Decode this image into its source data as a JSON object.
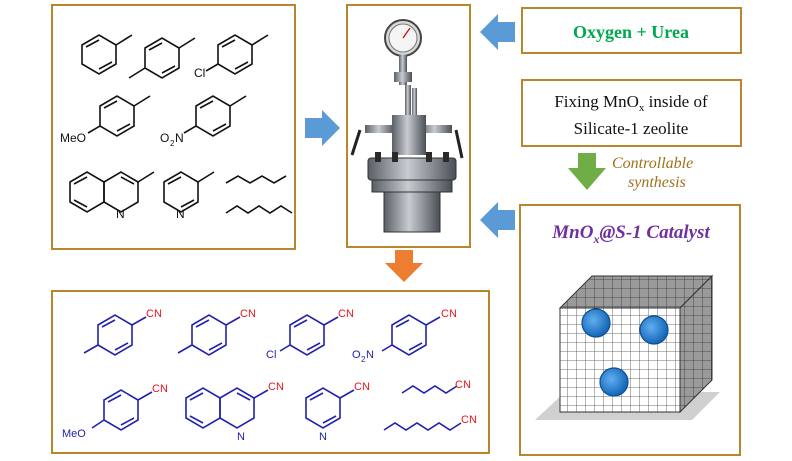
{
  "colors": {
    "box_border": "#b8862d",
    "arrow_blue": "#5b9bd5",
    "arrow_green": "#70ad47",
    "arrow_orange": "#ed7d31",
    "green_text": "#00a84f",
    "purple_text": "#7030a0",
    "gold_text": "#a0711c",
    "blue_bond": "#2222aa",
    "red_text": "#e8141b",
    "pore_blue": "#1a78c8"
  },
  "reactants": {
    "labels": [
      "Cl",
      "MeO",
      "O",
      "2",
      "N"
    ],
    "note": ""
  },
  "products": {
    "cn_label": "CN",
    "substituent_labels": [
      "Cl",
      "O",
      "2",
      "N",
      "MeO",
      "N",
      "N"
    ]
  },
  "reagents_label": "Oxygen + Urea",
  "fixing_label_line1": "Fixing MnO",
  "fixing_label_sub": "x",
  "fixing_label_line1_tail": " inside of",
  "fixing_label_line2": "Silicate-1 zeolite",
  "controllable_line1": "Controllable",
  "controllable_line2": "synthesis",
  "catalyst_label_a": "MnO",
  "catalyst_label_sub": "x",
  "catalyst_label_b": "@S-1 Catalyst",
  "icons": [
    "reactor-photo-icon",
    "zeolite-cube-icon",
    "arrow-right-icon",
    "arrow-left-icon",
    "arrow-down-icon"
  ]
}
